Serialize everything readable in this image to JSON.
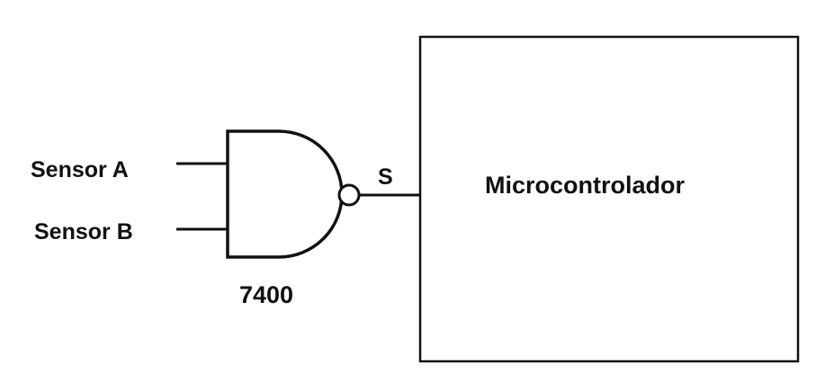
{
  "diagram": {
    "inputs": [
      {
        "label": "Sensor A"
      },
      {
        "label": "Sensor B"
      }
    ],
    "gate": {
      "type": "NAND",
      "part_number": "7400"
    },
    "output": {
      "label": "S"
    },
    "target": {
      "label": "Microcontrolador"
    },
    "colors": {
      "stroke": "#111111",
      "background": "#ffffff"
    }
  }
}
